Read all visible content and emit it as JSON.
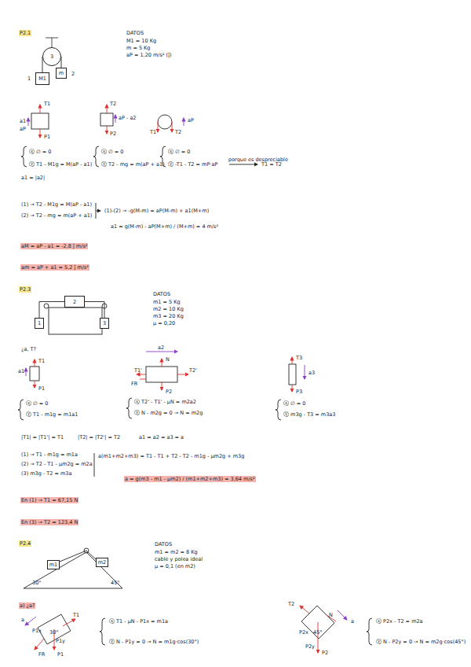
{
  "diagram": {
    "nodes": [
      {
        "text": [
          "3"
        ]
      },
      {
        "text": [
          "M1"
        ]
      },
      {
        "text": [
          "m"
        ]
      },
      {
        "text": [
          "2"
        ]
      },
      {
        "text": [
          "1"
        ]
      },
      {
        "text": [
          "3"
        ]
      },
      {
        "text": [
          "m1"
        ]
      },
      {
        "text": [
          "m2"
        ]
      }
    ],
    "edges": [
      {
        "from": 0,
        "to": 1,
        "arrow": "none"
      },
      {
        "from": 0,
        "to": 2,
        "arrow": "none"
      },
      {
        "from": 3,
        "to": 4,
        "arrow": "none"
      },
      {
        "from": 3,
        "to": 5,
        "arrow": "none"
      },
      {
        "from": 6,
        "to": 7,
        "arrow": "none"
      }
    ],
    "labels": [
      "P2.1",
      "DATOS",
      "M1 = 10 Kg",
      "m = 5 Kg",
      "aP = 1,20 m/s² (ĵ)",
      "1",
      "2",
      "T1",
      "a1",
      "aP",
      "P1",
      "T2",
      "aP - a2",
      "P2",
      "T1",
      "T2",
      "aP",
      "ⓧ ∅ = 0",
      "ⓨ T1 - M1g = M(aP - a1)",
      "a1 = |a2|",
      "ⓧ ∅ = 0",
      "ⓨ T2 - mg = m(aP + a1)",
      "ⓧ ∅ = 0",
      "ⓨ -T1 - T2 = mP·aP",
      "porque es despreciable",
      "T1 = T2",
      "(1) → T2 - M1g = M(aP - a1)",
      "(2) → T2 - mg = m(aP + a1)",
      "(1)-(2) → -g(M-m) = aP(M-m) + a1(M+m)",
      "a1 = g(M-m) - aP(M+m) / (M+m) = 4 m/s²",
      "aM = aP - a1 = -2,8 ĵ m/s²",
      "am = aP + a1 = 5,2 ĵ m/s²",
      "P2.3",
      "DATOS",
      "m1 = 5 Kg",
      "m2 = 10 Kg",
      "m3 = 20 Kg",
      "μ = 0,20",
      "¿a, T?",
      "T1",
      "a1",
      "P1",
      "a2",
      "N",
      "T2'",
      "T1'",
      "FR",
      "P2",
      "T3",
      "a3",
      "P3",
      "ⓧ ∅ = 0",
      "ⓨ T1 - m1g = m1a1",
      "ⓧ T2' - T1' - μN = m2a2",
      "ⓨ N - m2g = 0 → N = m2g",
      "ⓧ ∅ = 0",
      "ⓨ m3g - T3 = m3a3",
      "|T1| = |T1'| = T1",
      "|T2| = |T2'| = T2",
      "a1 = a2 = a3 = a",
      "(1) → T1 - m1g = m1a",
      "(2) → T2 - T1 - μm2g = m2a",
      "(3) m3g - T2 = m3a",
      "a(m1+m2+m3) = T1 - T1 + T2 - T2 - m1g - μm2g + m3g",
      "a = g(m3 - m1 - μm2) / (m1+m2+m3) = 3,64 m/s²",
      "En (1) → T1 = 67,15 N",
      "En (3) → T2 = 123,4 N",
      "P2.4",
      "DATOS",
      "m1 = m2 = 8 Kg",
      "cable y polea ideal",
      "μ = 0,1 (en m2)",
      "30°",
      "45°",
      "a) ¿a?",
      "a",
      "T1",
      "30°",
      "P1x",
      "P1y",
      "FR",
      "P1",
      "ⓧ T1 - μN - P1x = m1a",
      "ⓨ N - P1y = 0 → N = m1g·cos(30°)",
      "T2",
      "a",
      "N",
      "45°",
      "P2x",
      "P2y",
      "P2",
      "ⓧ P2x - T2 = m2a",
      "ⓨ N - P2y = 0 → N = m2g·cos(45°)"
    ]
  }
}
